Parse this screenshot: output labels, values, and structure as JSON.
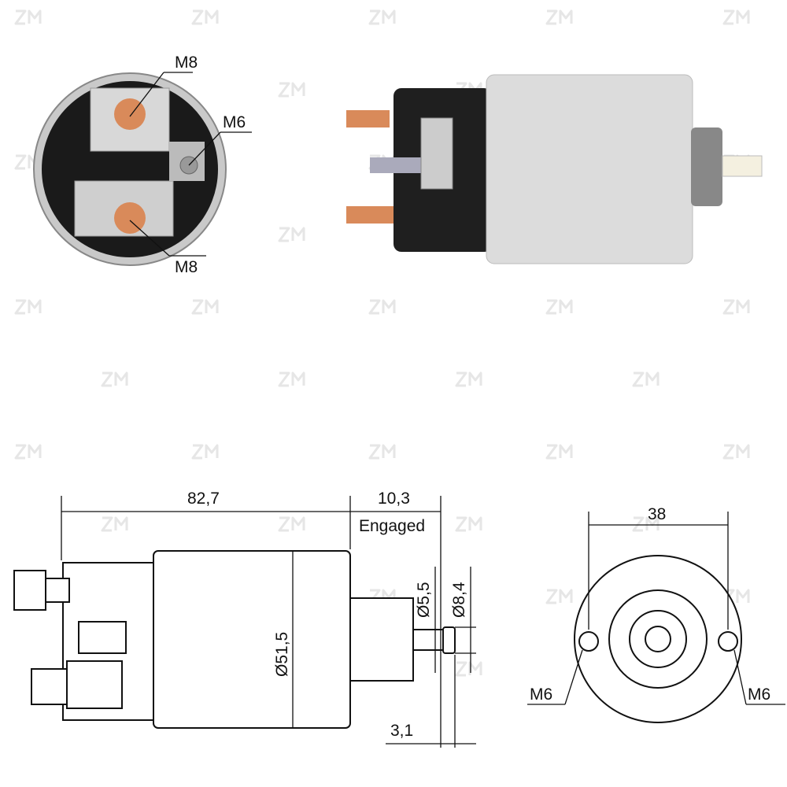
{
  "watermark": "ZM",
  "photo_end_view": {
    "labels": {
      "top_terminal": "M8",
      "side_terminal": "M6",
      "bottom_terminal": "M8"
    }
  },
  "drawing_side_view": {
    "length": "82,7",
    "travel": "10,3",
    "travel_note": "Engaged",
    "shaft_diameter": "Ø5,5",
    "tip_diameter": "Ø8,4",
    "body_diameter": "Ø51,5",
    "tip_length": "3,1"
  },
  "drawing_end_view": {
    "hole_spacing": "38",
    "left_hole": "M6",
    "right_hole": "M6"
  },
  "colors": {
    "copper": "#d98a5a",
    "body": "#dcdcdc",
    "cap": "#1f1f1f"
  }
}
